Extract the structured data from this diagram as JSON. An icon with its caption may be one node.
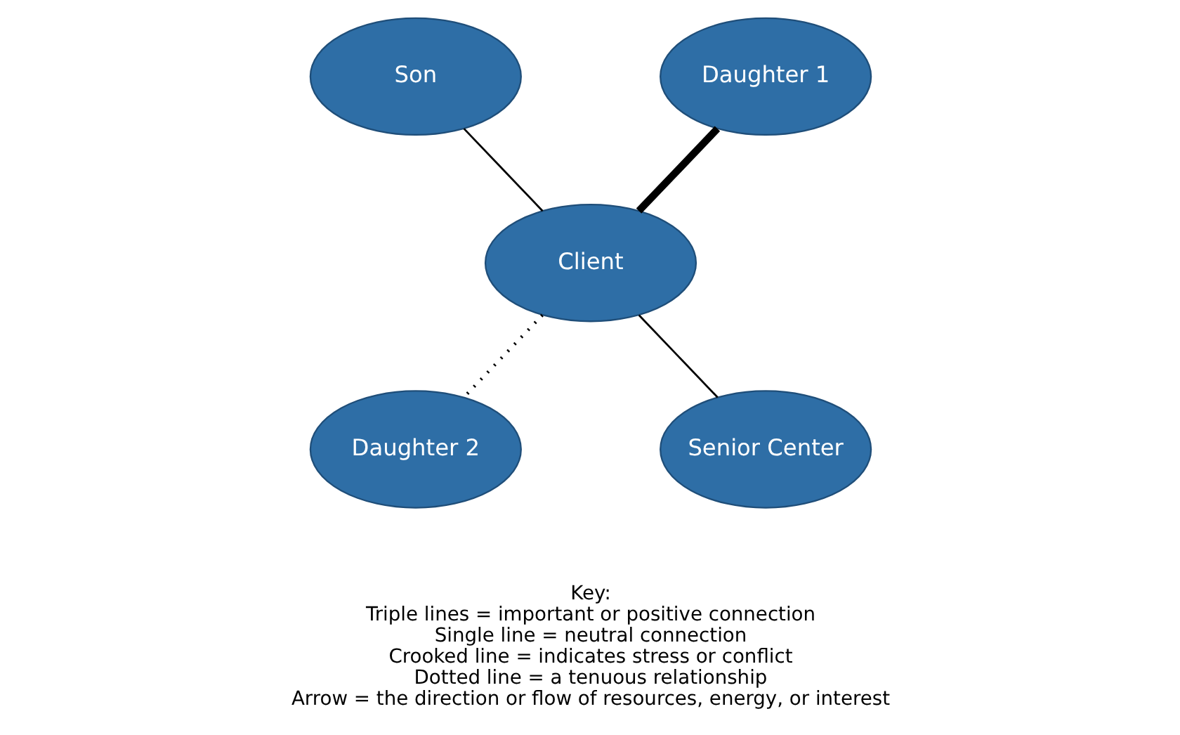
{
  "diagram": {
    "nodes": [
      {
        "text": [
          "Son"
        ]
      },
      {
        "text": [
          "Daughter 1"
        ]
      },
      {
        "text": [
          "Client"
        ]
      },
      {
        "text": [
          "Daughter 2"
        ]
      },
      {
        "text": [
          "Senior Center"
        ]
      }
    ],
    "edges": [
      {
        "from": 2,
        "to": 0,
        "arrow": "none"
      },
      {
        "from": 2,
        "to": 1,
        "arrow": "none",
        "style": "thick"
      },
      {
        "from": 2,
        "to": 3,
        "arrow": "none",
        "style": "dashed"
      },
      {
        "from": 2,
        "to": 4,
        "arrow": "none"
      }
    ],
    "labels": [
      "Key:",
      "Triple lines = important or positive connection",
      "Single line = neutral connection",
      "Crooked line = indicates stress or conflict",
      "Dotted line = a tenuous relationship",
      "Arrow = the direction or flow of resources, energy, or interest"
    ]
  }
}
